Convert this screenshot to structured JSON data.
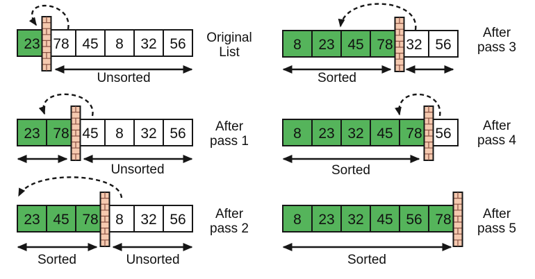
{
  "colors": {
    "sorted": "#55b45b",
    "unsorted": "#ffffff",
    "wall_fill": "#f5c9af",
    "wall_line": "#8a5243",
    "ink": "#161616"
  },
  "panels": [
    {
      "name": "original-list",
      "label_lines": [
        "Original",
        "List"
      ],
      "wall_after": 1,
      "move_arrow": true,
      "cells": [
        {
          "value": "23",
          "sorted": true
        },
        {
          "value": "78",
          "sorted": false
        },
        {
          "value": "45",
          "sorted": false
        },
        {
          "value": "8",
          "sorted": false
        },
        {
          "value": "32",
          "sorted": false
        },
        {
          "value": "56",
          "sorted": false
        }
      ],
      "range_labels": {
        "unsorted": "Unsorted"
      }
    },
    {
      "name": "after-pass-1",
      "label_lines": [
        "After",
        "pass 1"
      ],
      "wall_after": 2,
      "move_arrow": true,
      "cells": [
        {
          "value": "23",
          "sorted": true
        },
        {
          "value": "78",
          "sorted": true
        },
        {
          "value": "45",
          "sorted": false
        },
        {
          "value": "8",
          "sorted": false
        },
        {
          "value": "32",
          "sorted": false
        },
        {
          "value": "56",
          "sorted": false
        }
      ],
      "range_labels": {
        "unsorted": "Unsorted"
      }
    },
    {
      "name": "after-pass-2",
      "label_lines": [
        "After",
        "pass 2"
      ],
      "wall_after": 3,
      "move_arrow": true,
      "cells": [
        {
          "value": "23",
          "sorted": true
        },
        {
          "value": "45",
          "sorted": true
        },
        {
          "value": "78",
          "sorted": true
        },
        {
          "value": "8",
          "sorted": false
        },
        {
          "value": "32",
          "sorted": false
        },
        {
          "value": "56",
          "sorted": false
        }
      ],
      "range_labels": {
        "sorted": "Sorted",
        "unsorted": "Unsorted"
      }
    },
    {
      "name": "after-pass-3",
      "label_lines": [
        "After",
        "pass 3"
      ],
      "wall_after": 4,
      "move_arrow": true,
      "cells": [
        {
          "value": "8",
          "sorted": true
        },
        {
          "value": "23",
          "sorted": true
        },
        {
          "value": "45",
          "sorted": true
        },
        {
          "value": "78",
          "sorted": true
        },
        {
          "value": "32",
          "sorted": false
        },
        {
          "value": "56",
          "sorted": false
        }
      ],
      "range_labels": {
        "sorted": "Sorted"
      }
    },
    {
      "name": "after-pass-4",
      "label_lines": [
        "After",
        "pass 4"
      ],
      "wall_after": 5,
      "move_arrow": true,
      "cells": [
        {
          "value": "8",
          "sorted": true
        },
        {
          "value": "23",
          "sorted": true
        },
        {
          "value": "32",
          "sorted": true
        },
        {
          "value": "45",
          "sorted": true
        },
        {
          "value": "78",
          "sorted": true
        },
        {
          "value": "56",
          "sorted": false
        }
      ],
      "range_labels": {
        "sorted": "Sorted"
      }
    },
    {
      "name": "after-pass-5",
      "label_lines": [
        "After",
        "pass 5"
      ],
      "wall_after": 6,
      "move_arrow": false,
      "cells": [
        {
          "value": "8",
          "sorted": true
        },
        {
          "value": "23",
          "sorted": true
        },
        {
          "value": "32",
          "sorted": true
        },
        {
          "value": "45",
          "sorted": true
        },
        {
          "value": "56",
          "sorted": true
        },
        {
          "value": "78",
          "sorted": true
        }
      ],
      "range_labels": {
        "sorted": "Sorted"
      }
    }
  ]
}
